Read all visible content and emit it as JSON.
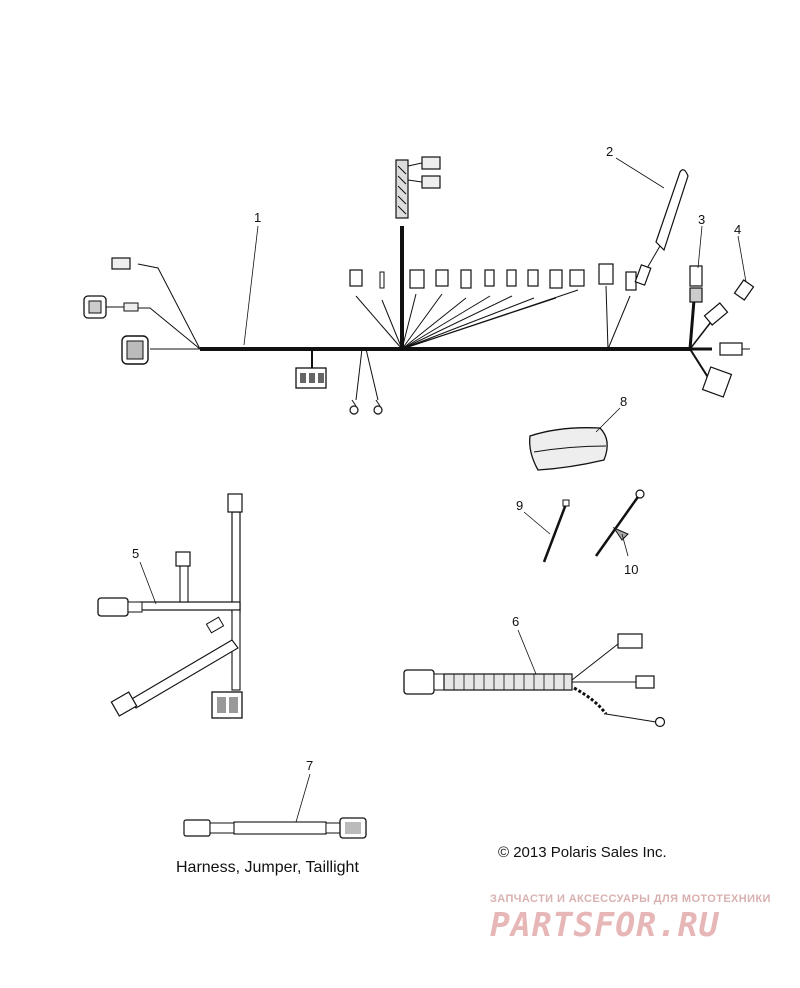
{
  "diagram": {
    "callouts": [
      "1",
      "2",
      "3",
      "4",
      "5",
      "6",
      "7",
      "8",
      "9",
      "10"
    ],
    "caption": "Harness, Jumper, Taillight",
    "copyright": "© 2013 Polaris Sales Inc."
  },
  "watermark": {
    "tagline": "ЗАПЧАСТИ И АКСЕССУАРЫ ДЛЯ МОТОТЕХНИКИ",
    "logo": "PARTSFOR.RU",
    "color": "#e7b7b7"
  }
}
